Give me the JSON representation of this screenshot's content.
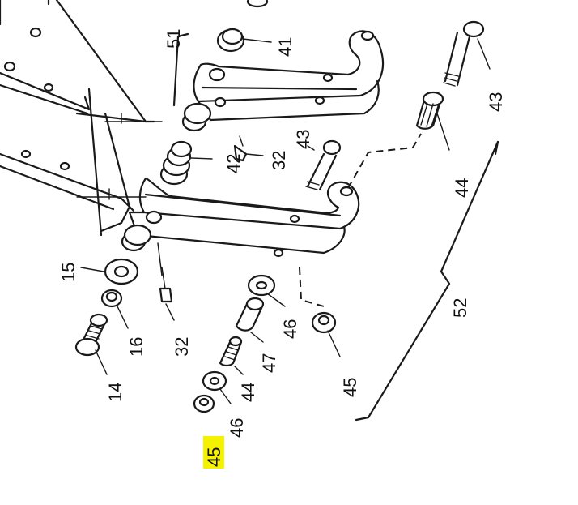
{
  "diagram": {
    "labels": [
      {
        "key": "l51",
        "text": "51"
      },
      {
        "key": "l41",
        "text": "41"
      },
      {
        "key": "l43a",
        "text": "43"
      },
      {
        "key": "l42",
        "text": "42"
      },
      {
        "key": "l32a",
        "text": "32"
      },
      {
        "key": "l43b",
        "text": "43"
      },
      {
        "key": "l44a",
        "text": "44"
      },
      {
        "key": "l15",
        "text": "15"
      },
      {
        "key": "l16",
        "text": "16"
      },
      {
        "key": "l14",
        "text": "14"
      },
      {
        "key": "l32b",
        "text": "32"
      },
      {
        "key": "l46a",
        "text": "46"
      },
      {
        "key": "l47",
        "text": "47"
      },
      {
        "key": "l44b",
        "text": "44"
      },
      {
        "key": "l46b",
        "text": "46"
      },
      {
        "key": "l45a",
        "text": "45"
      },
      {
        "key": "l45b",
        "text": "45"
      },
      {
        "key": "l52",
        "text": "52"
      }
    ],
    "highlight_label": "45",
    "highlight_color": "#f5f200"
  }
}
